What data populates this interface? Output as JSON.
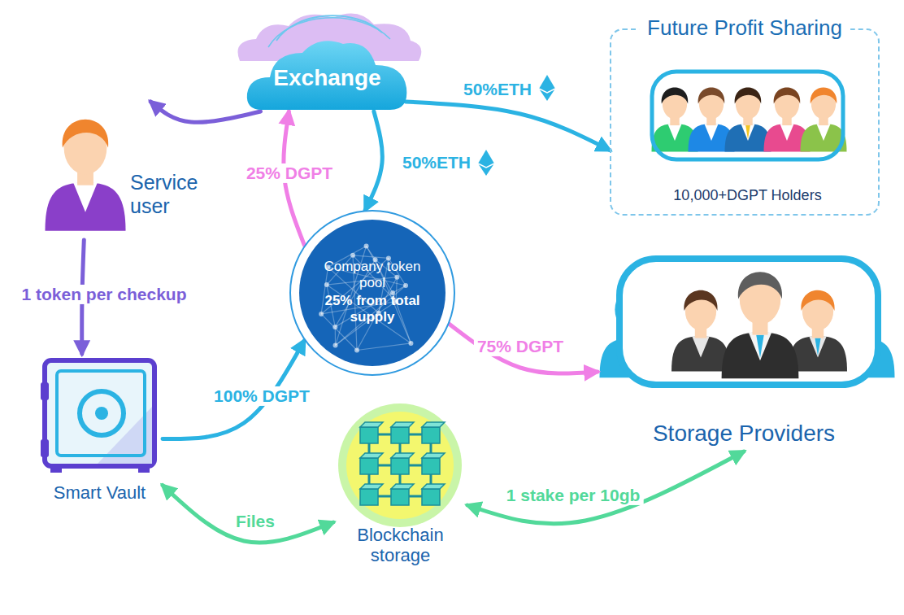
{
  "diagram": {
    "nodes": [
      {
        "text": [
          "Exchange"
        ]
      },
      {
        "text": [
          "Service user"
        ]
      },
      {
        "text": [
          "Future Profit Sharing"
        ]
      },
      {
        "text": [
          "10,000+DGPT Holders"
        ],
        "in": 2
      },
      {
        "text": [
          "Company token pool",
          "25% from total supply"
        ]
      },
      {
        "text": [
          "Smart Vault"
        ]
      },
      {
        "text": [
          "Blockchain storage"
        ]
      },
      {
        "text": [
          "Storage Providers"
        ]
      }
    ],
    "edges": [
      {
        "from": 0,
        "to": 1,
        "arrow": "to"
      },
      {
        "from": 1,
        "to": 5,
        "label": "1 token per checkup",
        "arrow": "to"
      },
      {
        "from": 5,
        "to": 4,
        "label": "100% DGPT",
        "arrow": "to"
      },
      {
        "from": 4,
        "to": 0,
        "label": "25% DGPT",
        "arrow": "to"
      },
      {
        "from": 0,
        "to": 4,
        "label": "50%ETH",
        "arrow": "to"
      },
      {
        "from": 0,
        "to": 2,
        "label": "50%ETH",
        "arrow": "to"
      },
      {
        "from": 4,
        "to": 7,
        "label": "75% DGPT",
        "arrow": "to"
      },
      {
        "from": 5,
        "to": 6,
        "label": "Files",
        "arrow": "both"
      },
      {
        "from": 6,
        "to": 7,
        "label": "1 stake per 10gb",
        "arrow": "both"
      }
    ]
  }
}
